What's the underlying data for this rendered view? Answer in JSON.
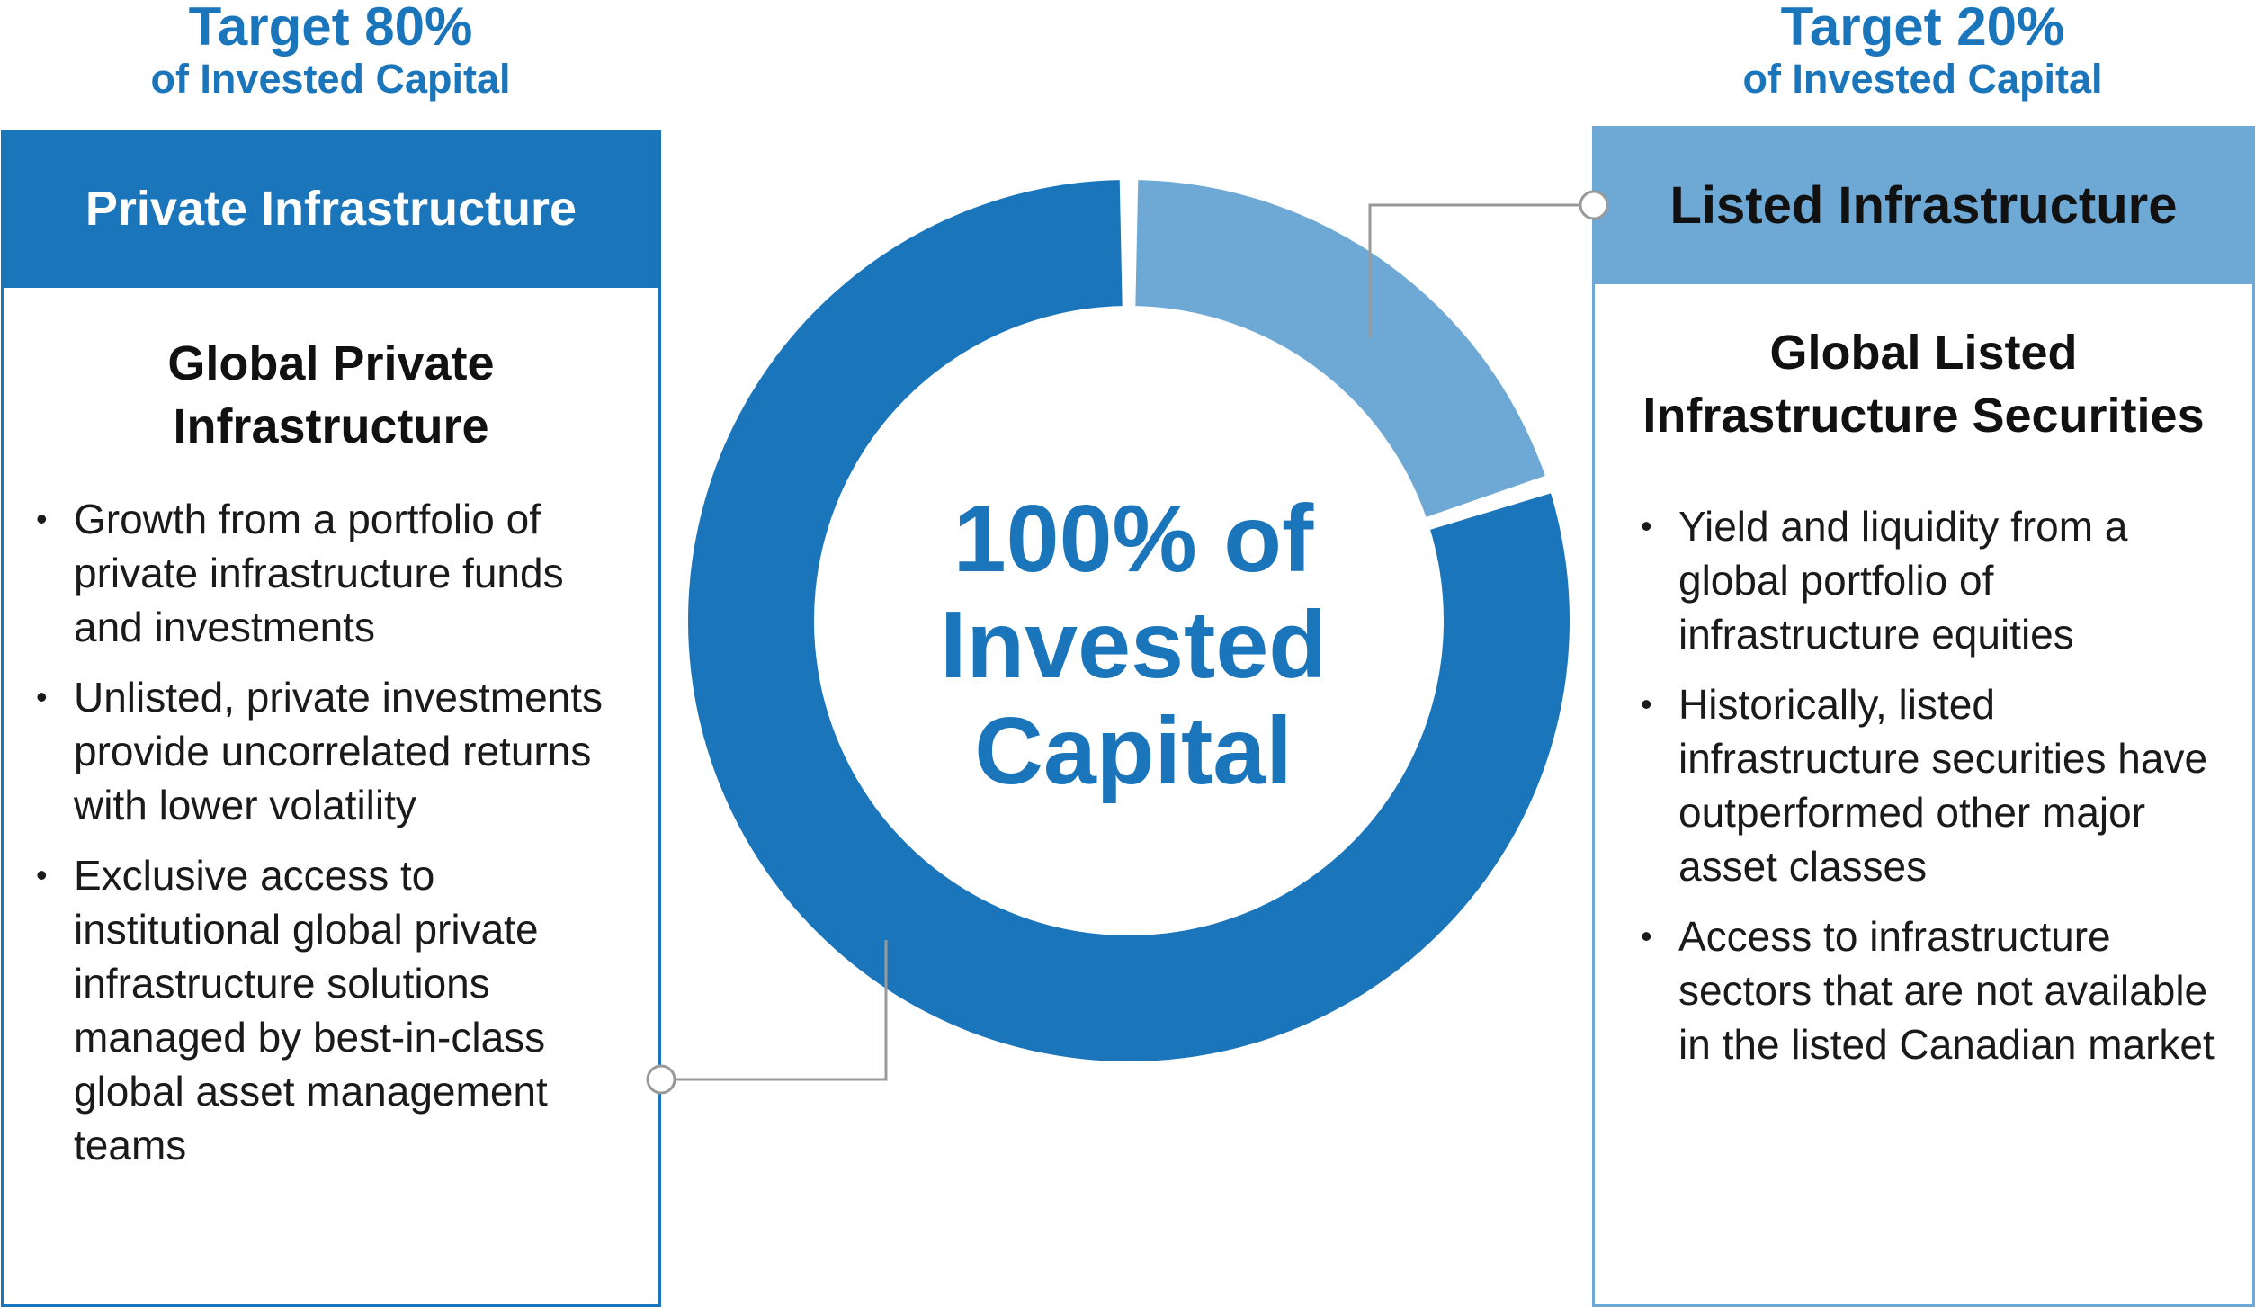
{
  "chart_data": {
    "type": "pie",
    "style": "donut",
    "center_label": [
      "100% of",
      "Invested",
      "Capital"
    ],
    "slices": [
      {
        "label": "Listed Infrastructure",
        "value": 20,
        "color": "#6ea9d6"
      },
      {
        "label": "Private Infrastructure",
        "value": 80,
        "color": "#1b75bb"
      }
    ]
  },
  "left": {
    "target_pct": "Target 80%",
    "target_sub": "of Invested Capital",
    "header": "Private Infrastructure",
    "title_line1": "Global Private",
    "title_line2": "Infrastructure",
    "bullets": [
      "Growth from a portfolio of private infrastructure funds and investments",
      "Unlisted, private investments provide uncorrelated returns with lower volatility",
      "Exclusive access to institutional global private infrastructure solutions managed by best-in-class global asset management teams"
    ]
  },
  "right": {
    "target_pct": "Target 20%",
    "target_sub": "of Invested Capital",
    "header": "Listed Infrastructure",
    "title_line1": "Global Listed",
    "title_line2": "Infrastructure Securities",
    "bullets": [
      "Yield and liquidity from a global portfolio of infrastructure equities",
      "Historically, listed infrastructure securities have outperformed other major asset classes",
      "Access to infrastructure sectors that are not available in the listed Canadian market"
    ]
  },
  "bullet_glyph": "•",
  "colors": {
    "primary": "#1b75bb",
    "secondary": "#6ea9d6",
    "connector": "#999999"
  }
}
